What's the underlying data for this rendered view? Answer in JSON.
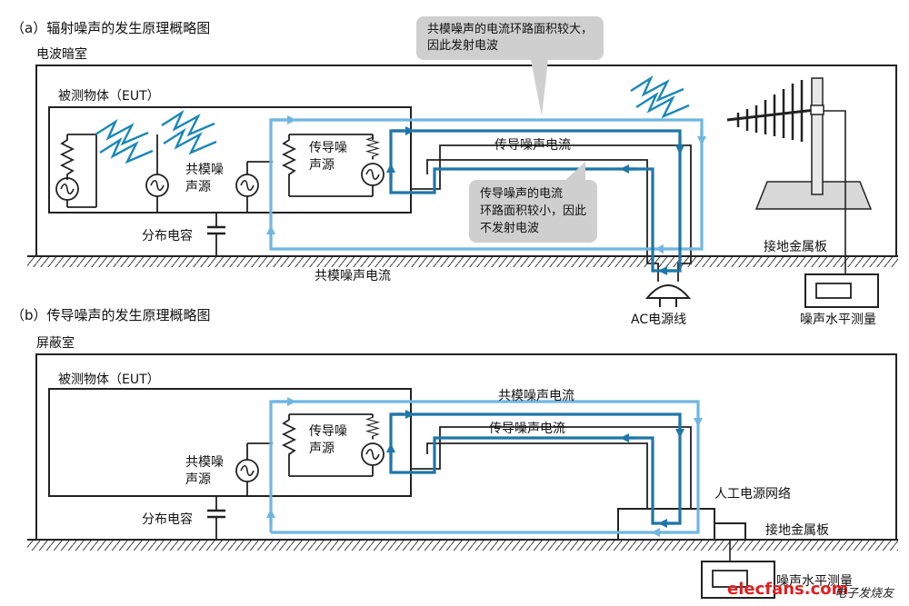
{
  "section_a": {
    "title": "（a）辐射噪声的发生原理概略图",
    "room": "电波暗室",
    "eut": "被测物体（EUT）",
    "common_source": "共模噪\n声源",
    "conducted_source": "传导噪\n声源",
    "conducted_current": "传导噪声电流",
    "common_current": "共模噪声电流",
    "stray_cap": "分布电容",
    "ground_plate": "接地金属板",
    "ac_line": "AC电源线",
    "meter": "噪声水平测量",
    "callout_large": "共模噪声的电流环路面积较大，\n因此发射电波",
    "callout_small": "传导噪声的电流\n环路面积较小，因此\n不发射电波"
  },
  "section_b": {
    "title": "（b）传导噪声的发生原理概略图",
    "room": "屏蔽室",
    "eut": "被测物体（EUT）",
    "common_source": "共模噪\n声源",
    "conducted_source": "传导噪\n声源",
    "common_current": "共模噪声电流",
    "conducted_current": "传导噪声电流",
    "stray_cap": "分布电容",
    "lisn": "人工电源网络",
    "ground_plate": "接地金属板",
    "meter": "噪声水平测量"
  },
  "watermark": {
    "site": "elecfans.com",
    "cn": "电子发烧友"
  },
  "colors": {
    "common_mode": "#6fb7e2",
    "conducted": "#1f76a8",
    "radiation": "#1a88b8",
    "callout_bg": "#cfcfcf",
    "watermark_red": "#e02020"
  }
}
